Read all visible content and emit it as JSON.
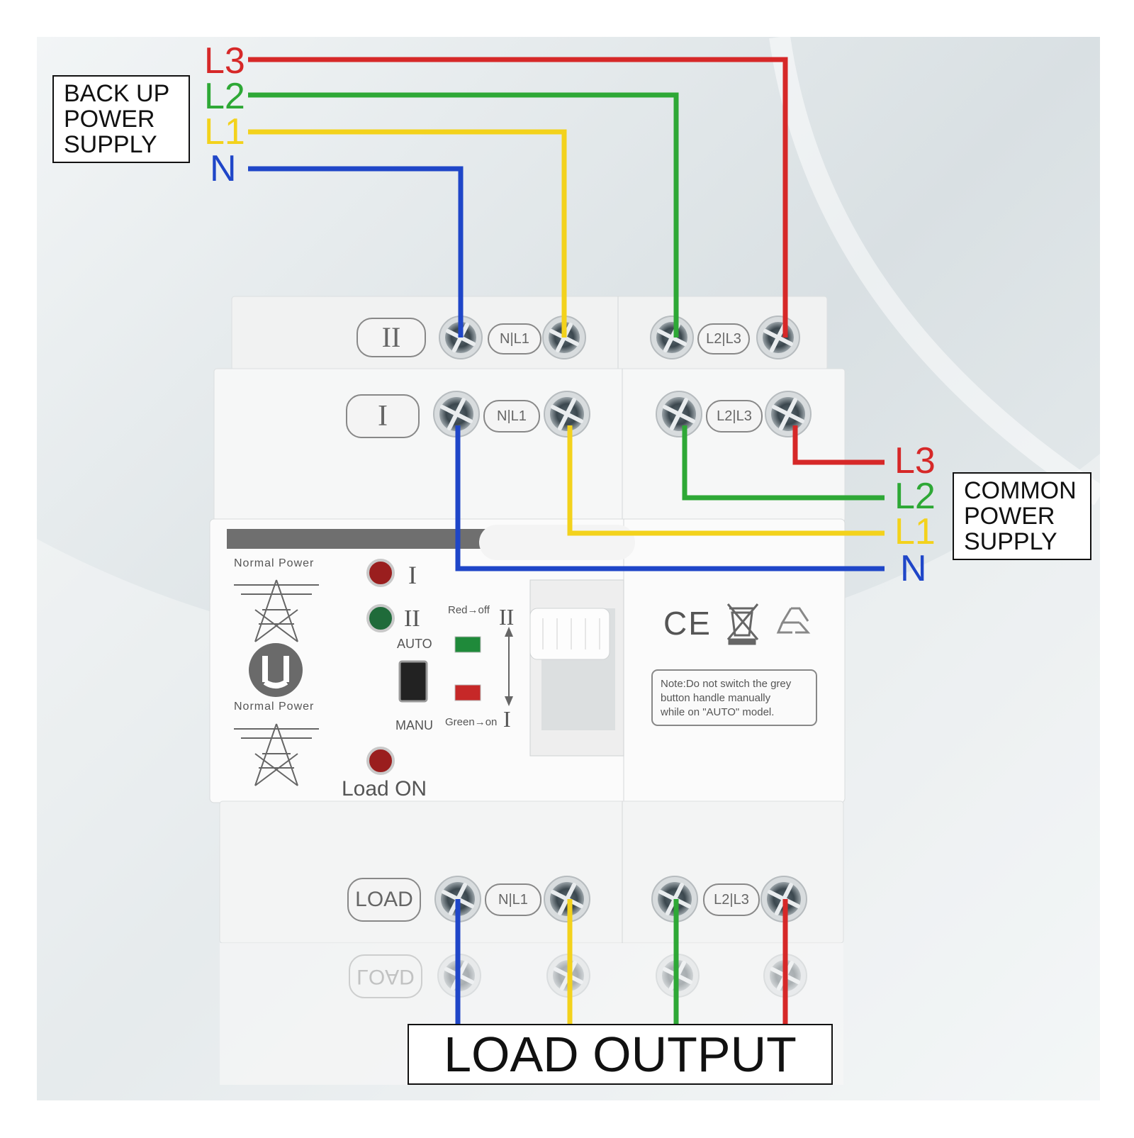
{
  "labels": {
    "backup_supply": [
      "BACK UP",
      "POWER",
      "SUPPLY"
    ],
    "common_supply": [
      "COMMON",
      "POWER",
      "SUPPLY"
    ],
    "load_output": "LOAD OUTPUT"
  },
  "wires": {
    "backup": [
      "L3",
      "L2",
      "L1",
      "N"
    ],
    "common": [
      "L3",
      "L2",
      "L1",
      "N"
    ]
  },
  "colors": {
    "L3": "#d62828",
    "L2": "#2ea836",
    "L1": "#f3d21c",
    "N": "#1f46c8"
  },
  "device": {
    "row_two_label": "II",
    "row_one_label": "I",
    "load_label": "LOAD",
    "terminal_pair_a": "N|L1",
    "terminal_pair_b": "L2|L3",
    "normal_power_top": "Normal Power",
    "normal_power_bottom": "Normal Power",
    "indicator_one": "I",
    "indicator_two": "II",
    "auto_label": "AUTO",
    "manu_label": "MANU",
    "red_off": "Red→off",
    "green_on": "Green→on",
    "switch_top": "II",
    "switch_bottom": "I",
    "load_on": "Load ON",
    "note_line1": "Note:Do not switch the grey",
    "note_line2": "button handle manually",
    "note_line3": "while on \"AUTO\" model.",
    "ce_mark": "CE",
    "reflection_label": "LOAD"
  }
}
